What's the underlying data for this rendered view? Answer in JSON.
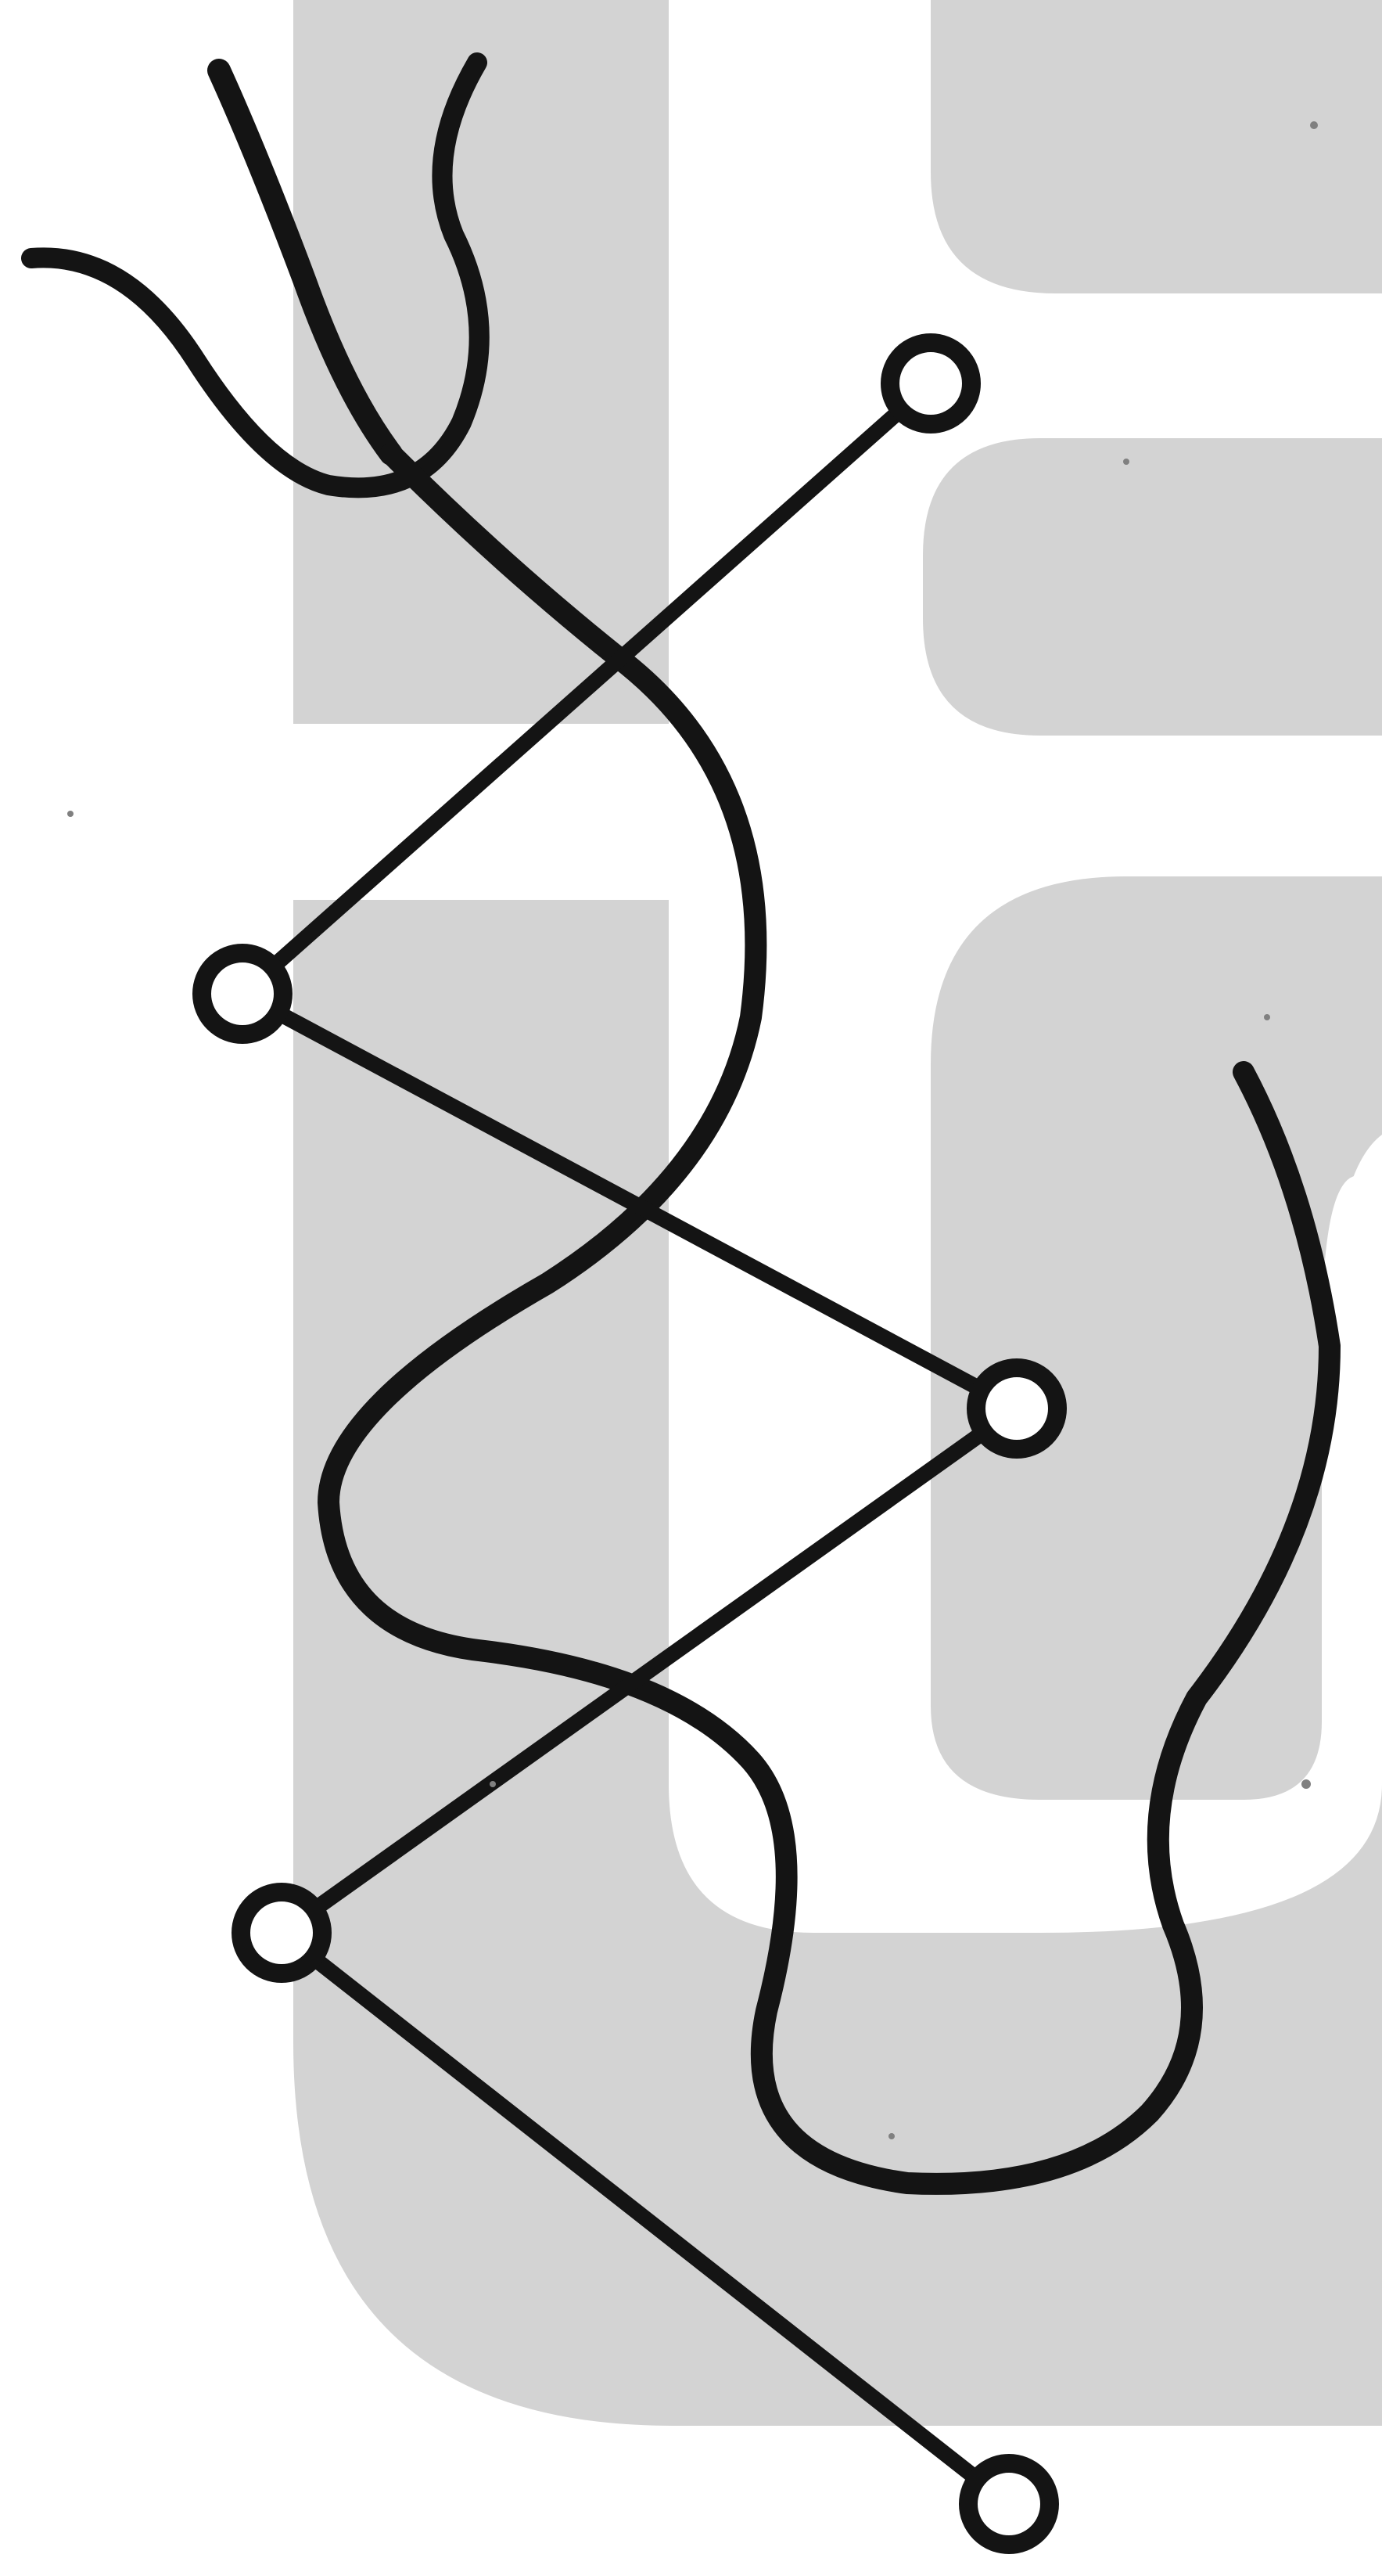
{
  "artwork": {
    "background_color": "#ffffff",
    "letterform_color": "#d3d3d3",
    "ink_color": "#141414",
    "node_count": 5,
    "shapes": [
      "gray-letterforms",
      "wavy-curve",
      "zigzag-line",
      "circle-nodes",
      "right-curve"
    ]
  }
}
